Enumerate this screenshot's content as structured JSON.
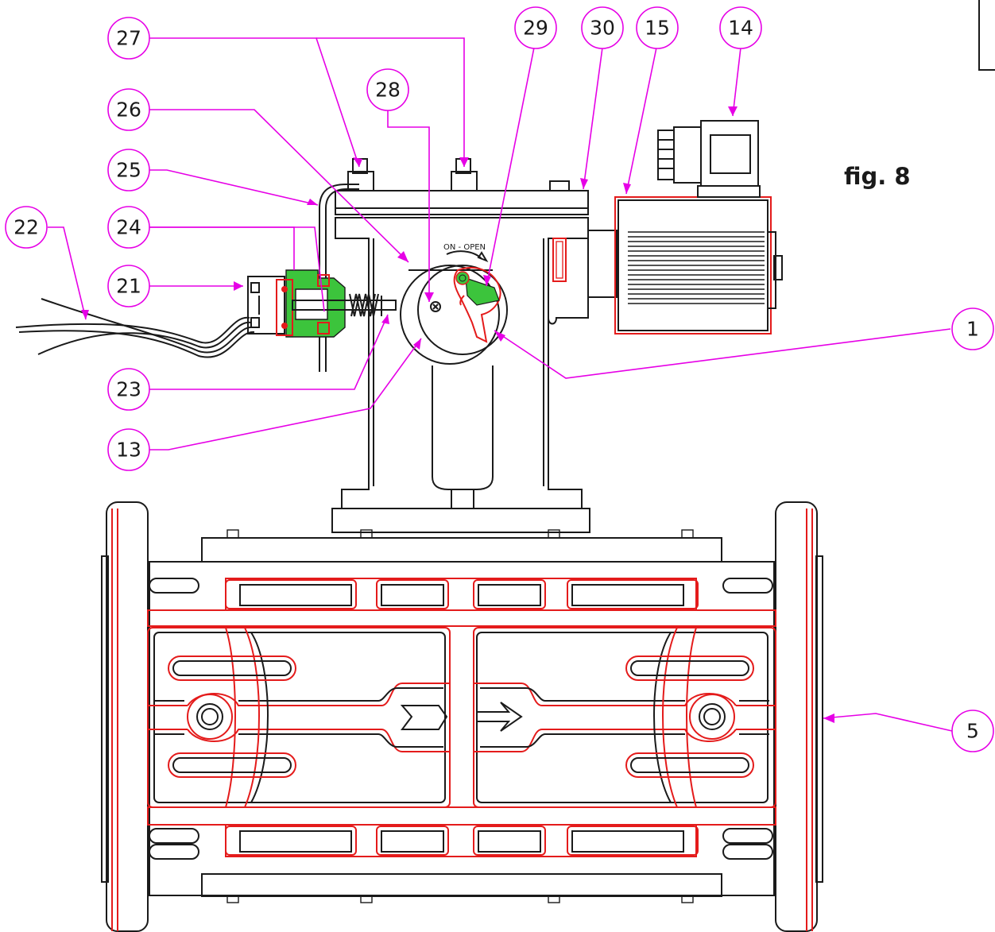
{
  "figure": {
    "label": "fig. 8",
    "dial_text": "ON - OPEN"
  },
  "callouts": [
    {
      "id": "c27",
      "text": "27"
    },
    {
      "id": "c28",
      "text": "28"
    },
    {
      "id": "c29",
      "text": "29"
    },
    {
      "id": "c30",
      "text": "30"
    },
    {
      "id": "c15",
      "text": "15"
    },
    {
      "id": "c14",
      "text": "14"
    },
    {
      "id": "c26",
      "text": "26"
    },
    {
      "id": "c25",
      "text": "25"
    },
    {
      "id": "c24",
      "text": "24"
    },
    {
      "id": "c22",
      "text": "22"
    },
    {
      "id": "c21",
      "text": "21"
    },
    {
      "id": "c23",
      "text": "23"
    },
    {
      "id": "c13",
      "text": "13"
    },
    {
      "id": "c1",
      "text": "1"
    },
    {
      "id": "c5",
      "text": "5"
    }
  ],
  "colors": {
    "outline": "#1a1a1a",
    "section_red": "#e41b1b",
    "leader_magenta": "#e600e6",
    "seal_green": "#3cc43c"
  }
}
